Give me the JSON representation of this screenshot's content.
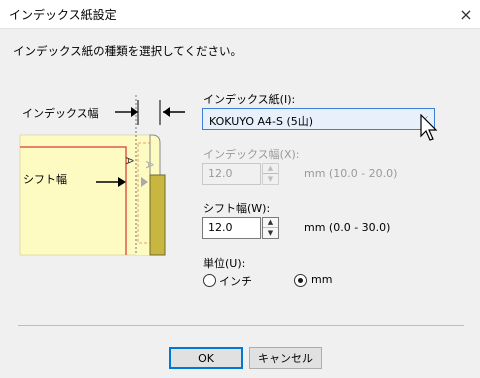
{
  "window": {
    "title": "インデックス紙設定",
    "close_glyph": "×"
  },
  "instruction": "インデックス紙の種類を選択してください。",
  "diagram": {
    "index_width_label": "インデックス幅",
    "shift_width_label": "シフト幅",
    "paper_color": "#fdfbc2",
    "accent_red": "#e05a4a",
    "tab_color": "#c9b640"
  },
  "index_paper": {
    "label": "インデックス紙(I):",
    "selected": "KOKUYO A4-S (5山)"
  },
  "index_width": {
    "label": "インデックス幅(X):",
    "value": "12.0",
    "range": "mm (10.0 - 20.0)",
    "enabled": false
  },
  "shift_width": {
    "label": "シフト幅(W):",
    "value": "12.0",
    "range": "mm (0.0 - 30.0)",
    "enabled": true
  },
  "unit": {
    "label": "単位(U):",
    "options": [
      "インチ",
      "mm"
    ],
    "selected": "mm"
  },
  "buttons": {
    "ok": "OK",
    "cancel": "キャンセル"
  },
  "icons": {
    "close": "close-icon",
    "dropdown": "chevron-down-icon",
    "cursor": "mouse-pointer-icon"
  }
}
